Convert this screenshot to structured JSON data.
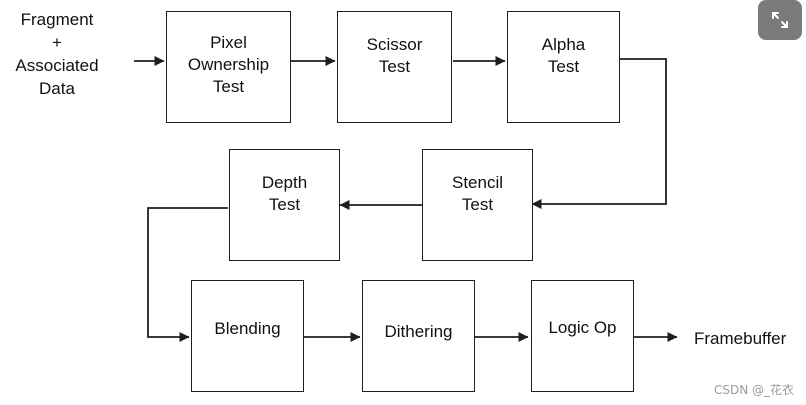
{
  "input_label": "Fragment\n+\nAssociated\nData",
  "output_label": "Framebuffer",
  "stages": {
    "pixel_ownership": "Pixel\nOwnership\nTest",
    "scissor": "Scissor\nTest",
    "alpha": "Alpha\nTest",
    "stencil": "Stencil\nTest",
    "depth": "Depth\nTest",
    "blending": "Blending",
    "dithering": "Dithering",
    "logic_op": "Logic Op"
  },
  "overlay": {
    "expand_icon": "expand-icon",
    "watermark": "CSDN @_花衣"
  },
  "colors": {
    "line": "#1f1f1f",
    "expand_button": "#7b7b7b",
    "watermark": "#9a9a9a"
  }
}
